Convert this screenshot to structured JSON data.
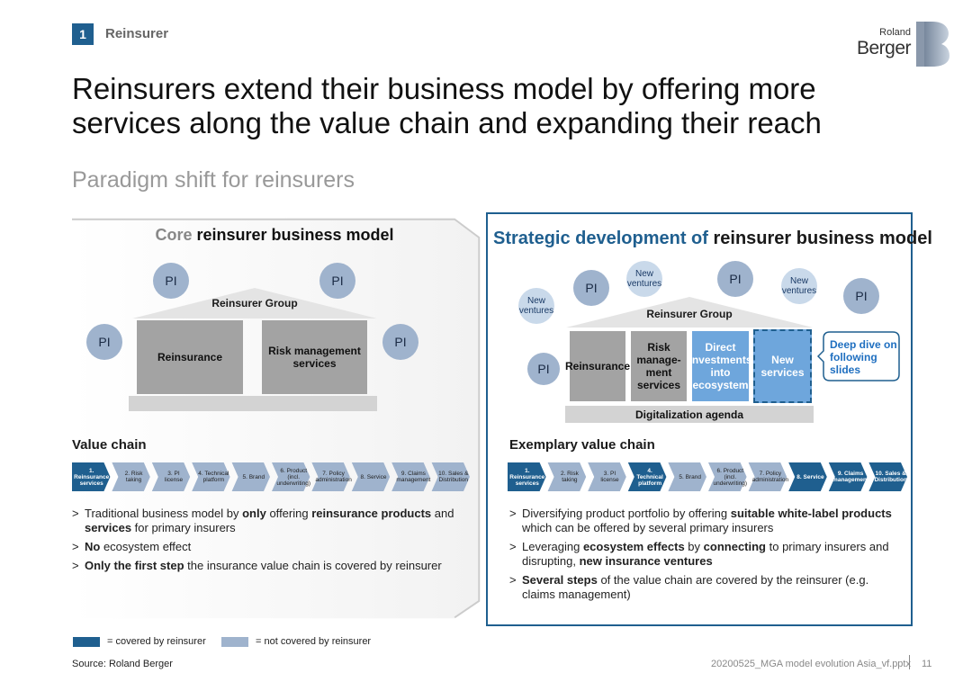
{
  "header": {
    "section_number": "1",
    "section_label": "Reinsurer",
    "logo_small": "Roland",
    "logo_big": "Berger"
  },
  "title": "Reinsurers extend their business model by offering more services along the value chain and expanding their reach",
  "subtitle": "Paradigm shift for reinsurers",
  "left": {
    "title_grey": "Core",
    "title_black": " reinsurer business model",
    "pi_label": "PI",
    "group_label": "Reinsurer Group",
    "box_reinsurance": "Reinsurance",
    "box_risk": "Risk management services",
    "chain_label": "Value chain",
    "bullets": [
      {
        "parts": [
          [
            "Traditional business model by ",
            false
          ],
          [
            "only",
            true
          ],
          [
            " offering ",
            false
          ],
          [
            "reinsurance products",
            true
          ],
          [
            " and ",
            false
          ],
          [
            "services",
            true
          ],
          [
            " for primary insurers",
            false
          ]
        ]
      },
      {
        "parts": [
          [
            "No",
            true
          ],
          [
            " ecosystem effect",
            false
          ]
        ]
      },
      {
        "parts": [
          [
            "Only the first step",
            true
          ],
          [
            "  the insurance value chain is covered by reinsurer",
            false
          ]
        ]
      }
    ]
  },
  "right": {
    "title_blue": "Strategic development of",
    "title_black": " reinsurer business model",
    "pi_label": "PI",
    "new_ventures_label": "New ventures",
    "group_label": "Reinsurer Group",
    "box_reinsurance": "Reinsurance",
    "box_risk": "Risk manage- ment services",
    "box_direct": "Direct investments into ecosystem",
    "box_new_services": "New services",
    "digitalization": "Digitalization agenda",
    "callout": "Deep dive on following slides",
    "chain_label": "Exemplary value chain",
    "bullets": [
      {
        "parts": [
          [
            "Diversifying product portfolio by offering ",
            false
          ],
          [
            "suitable white-label products",
            true
          ],
          [
            " which can be offered by several primary insurers",
            false
          ]
        ]
      },
      {
        "parts": [
          [
            "Leveraging ",
            false
          ],
          [
            "ecosystem effects",
            true
          ],
          [
            " by ",
            false
          ],
          [
            "connecting",
            true
          ],
          [
            " to primary insurers and disrupting, ",
            false
          ],
          [
            "new insurance ventures",
            true
          ]
        ]
      },
      {
        "parts": [
          [
            "Several steps",
            true
          ],
          [
            " of the value chain are covered by the reinsurer (e.g. claims management)",
            false
          ]
        ]
      }
    ]
  },
  "value_chain_steps": [
    "1. Reinsurance services",
    "2. Risk taking",
    "3. PI license",
    "4. Technical platform",
    "5. Brand",
    "6. Product (incl. underwriting)",
    "7. Policy administration",
    "8. Service",
    "9. Claims management",
    "10. Sales & Distribution"
  ],
  "left_chain_covered": [
    true,
    false,
    false,
    false,
    false,
    false,
    false,
    false,
    false,
    false
  ],
  "right_chain_covered": [
    true,
    false,
    false,
    true,
    false,
    false,
    false,
    true,
    true,
    true
  ],
  "legend": {
    "covered": "= covered by reinsurer",
    "not_covered": "= not covered by reinsurer",
    "covered_color": "#1f5f8f",
    "not_covered_color": "#9fb3cd"
  },
  "footer": {
    "source": "Source: Roland Berger",
    "file": "20200525_MGA model evolution Asia_vf.pptx",
    "page": "11"
  }
}
